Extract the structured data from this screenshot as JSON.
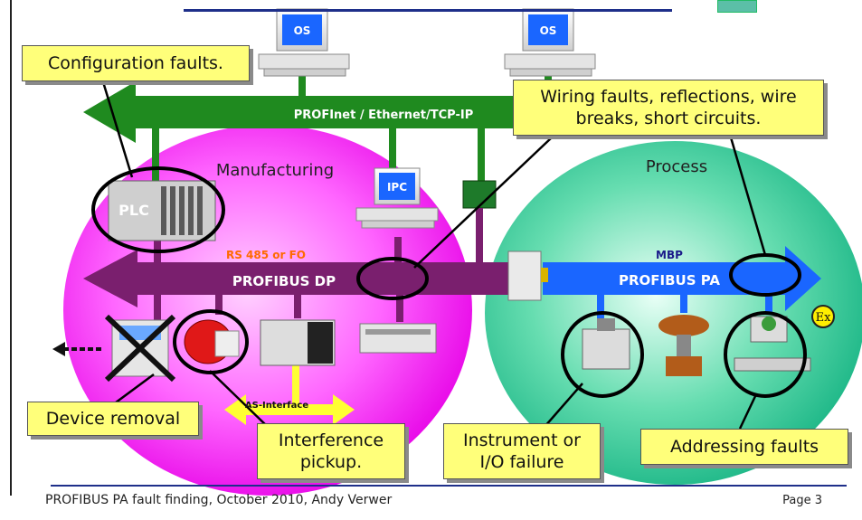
{
  "callouts": {
    "config": "Configuration faults.",
    "wiring": "Wiring faults, reflections, wire breaks, short circuits.",
    "device_removal": "Device removal",
    "interference": "Interference pickup.",
    "instrument": "Instrument or I/O failure",
    "addressing": "Addressing faults"
  },
  "zones": {
    "manufacturing": "Manufacturing",
    "process": "Process"
  },
  "buses": {
    "profinet": "PROFInet / Ethernet/TCP-IP",
    "rs485": "RS 485 or FO",
    "profibus_dp": "PROFIBUS DP",
    "mbp": "MBP",
    "profibus_pa": "PROFIBUS PA",
    "as_interface": "AS-Interface"
  },
  "devices": {
    "os1": "OS",
    "os2": "OS",
    "ipc": "IPC",
    "plc": "PLC",
    "ex": "Ex"
  },
  "footer": {
    "left": "PROFIBUS PA fault finding, October 2010, Andy Verwer",
    "right": "Page 3"
  },
  "colors": {
    "manufacturing_zone": "#ff33ff",
    "process_zone": "#33cc99",
    "profinet_bus": "#1f8a1f",
    "profibus_dp": "#7a1f6e",
    "profibus_pa": "#1a66ff",
    "as_interface": "#ffff33",
    "callout_fill": "#ffff7a",
    "rs485_text": "#ff6a00"
  }
}
